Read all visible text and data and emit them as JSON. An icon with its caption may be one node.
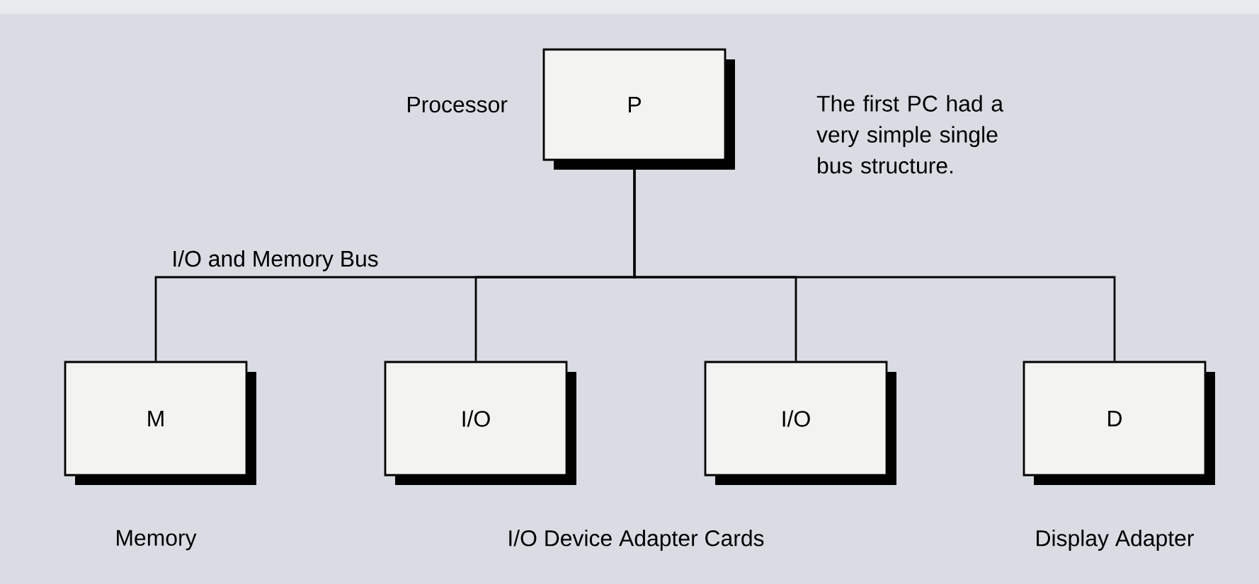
{
  "diagram": {
    "nodes": [
      {
        "text": [
          "P"
        ],
        "beside": [
          "Processor"
        ]
      },
      {
        "text": [
          "M"
        ],
        "beside": [
          "Memory"
        ]
      },
      {
        "text": [
          "I/O"
        ]
      },
      {
        "text": [
          "I/O"
        ]
      },
      {
        "text": [
          "D"
        ],
        "beside": [
          "Display Adapter"
        ]
      }
    ],
    "edges": [
      {
        "from": 0,
        "to": 1,
        "arrow": "none"
      },
      {
        "from": 0,
        "to": 2,
        "arrow": "none"
      },
      {
        "from": 0,
        "to": 3,
        "arrow": "none"
      },
      {
        "from": 0,
        "to": 4,
        "arrow": "none"
      }
    ],
    "labels": [
      "The first PC had a very simple single bus structure.",
      "I/O and Memory Bus",
      "I/O Device Adapter Cards"
    ]
  }
}
